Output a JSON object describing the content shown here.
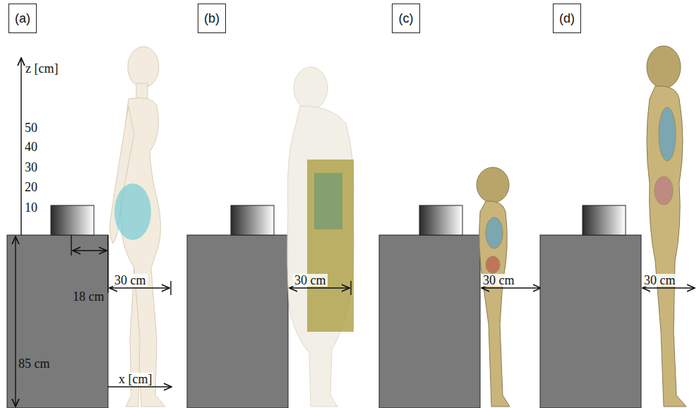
{
  "diagram": {
    "nodes": [
      {
        "text": [
          "(a)"
        ]
      },
      {
        "text": [
          "(b)"
        ]
      },
      {
        "text": [
          "(c)"
        ]
      },
      {
        "text": [
          "(d)"
        ]
      }
    ],
    "labels": [
      "z [cm]",
      "50",
      "40",
      "30",
      "20",
      "10",
      "18 cm",
      "30 cm",
      "85 cm",
      "x [cm]",
      "30 cm",
      "30 cm",
      "30 cm"
    ]
  }
}
